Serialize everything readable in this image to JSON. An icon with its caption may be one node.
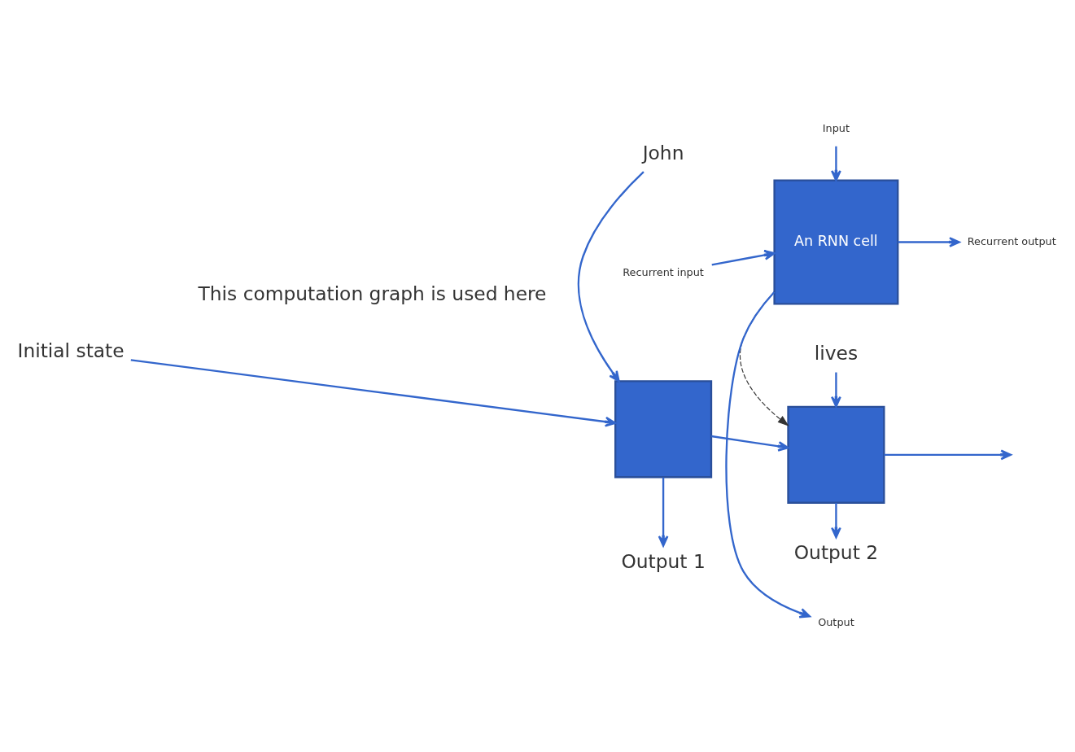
{
  "diagram": {
    "nodes": [
      {
        "text": [
          "Output 1"
        ]
      },
      {
        "text": [
          "Output 2"
        ]
      },
      {
        "text": [
          "Initial state"
        ]
      },
      {
        "text": [],
        "shape": "box"
      },
      {
        "text": [],
        "shape": "box"
      },
      {
        "text": [
          "John"
        ]
      },
      {
        "text": [
          "lives"
        ]
      },
      {
        "text": [
          "This computation graph is used here"
        ]
      },
      {
        "text": [
          "Output"
        ]
      },
      {
        "text": [
          "Recurrent input"
        ]
      },
      {
        "text": [
          "An RNN cell"
        ]
      },
      {
        "text": [
          "Recurrent output"
        ]
      },
      {
        "text": [
          "Input"
        ]
      }
    ],
    "edges": [
      {
        "from": 2,
        "to": 3,
        "arrow": "to"
      },
      {
        "from": 3,
        "to": 4,
        "arrow": "to"
      },
      {
        "from": 4,
        "to": null,
        "arrow": "to"
      },
      {
        "from": 3,
        "to": 0,
        "arrow": "to"
      },
      {
        "from": 4,
        "to": 1,
        "arrow": "to"
      },
      {
        "from": 5,
        "to": 3,
        "arrow": "to"
      },
      {
        "from": 6,
        "to": 4,
        "arrow": "to"
      },
      {
        "from": 10,
        "to": 4,
        "arrow": "to",
        "style": "dashed",
        "color": "#333333"
      },
      {
        "from": 9,
        "to": 10,
        "arrow": "to"
      },
      {
        "from": 10,
        "to": 11,
        "arrow": "to"
      },
      {
        "from": 12,
        "to": 10,
        "arrow": "to"
      },
      {
        "from": 10,
        "to": 8,
        "arrow": "to"
      }
    ]
  }
}
